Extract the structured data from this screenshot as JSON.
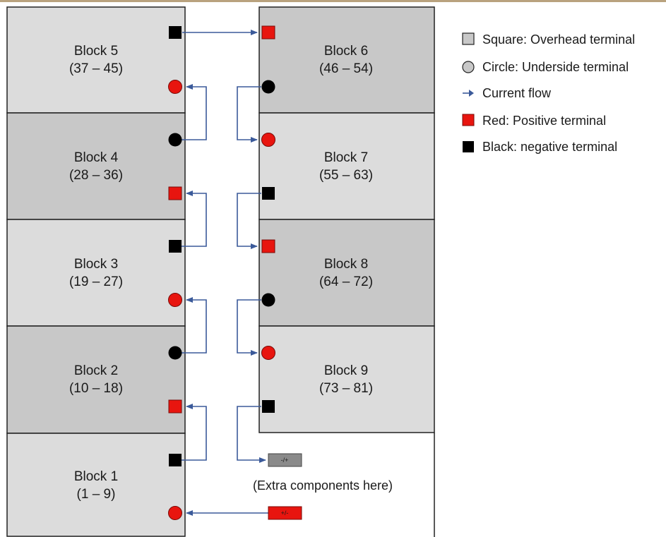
{
  "blocks": [
    {
      "name": "Block 1",
      "range": "(1 – 9)",
      "fill": "#dcdcdc"
    },
    {
      "name": "Block 2",
      "range": "(10 – 18)",
      "fill": "#c8c8c8"
    },
    {
      "name": "Block 3",
      "range": "(19 – 27)",
      "fill": "#dcdcdc"
    },
    {
      "name": "Block 4",
      "range": "(28 – 36)",
      "fill": "#c8c8c8"
    },
    {
      "name": "Block 5",
      "range": "(37 – 45)",
      "fill": "#dcdcdc"
    },
    {
      "name": "Block 6",
      "range": "(46 – 54)",
      "fill": "#c8c8c8"
    },
    {
      "name": "Block 7",
      "range": "(55 – 63)",
      "fill": "#dcdcdc"
    },
    {
      "name": "Block 8",
      "range": "(64 – 72)",
      "fill": "#c8c8c8"
    },
    {
      "name": "Block 9",
      "range": "(73 – 81)",
      "fill": "#dcdcdc"
    }
  ],
  "legend": [
    {
      "icon": "gray-square",
      "label": "Square: Overhead terminal"
    },
    {
      "icon": "gray-circle",
      "label": "Circle: Underside terminal"
    },
    {
      "icon": "arrow",
      "label": "Current flow"
    },
    {
      "icon": "red-square",
      "label": "Red: Positive terminal"
    },
    {
      "icon": "black-square",
      "label": "Black: negative terminal"
    }
  ],
  "extra_components_label": "(Extra components here)",
  "negative_tab_label": "-/+",
  "positive_tab_label": "+/-",
  "colors": {
    "positive": "#e8150f",
    "negative": "#000000",
    "flow": "#3b5a9a",
    "header_band": "#b9a27e",
    "negative_tab": "#8a8a8a"
  }
}
